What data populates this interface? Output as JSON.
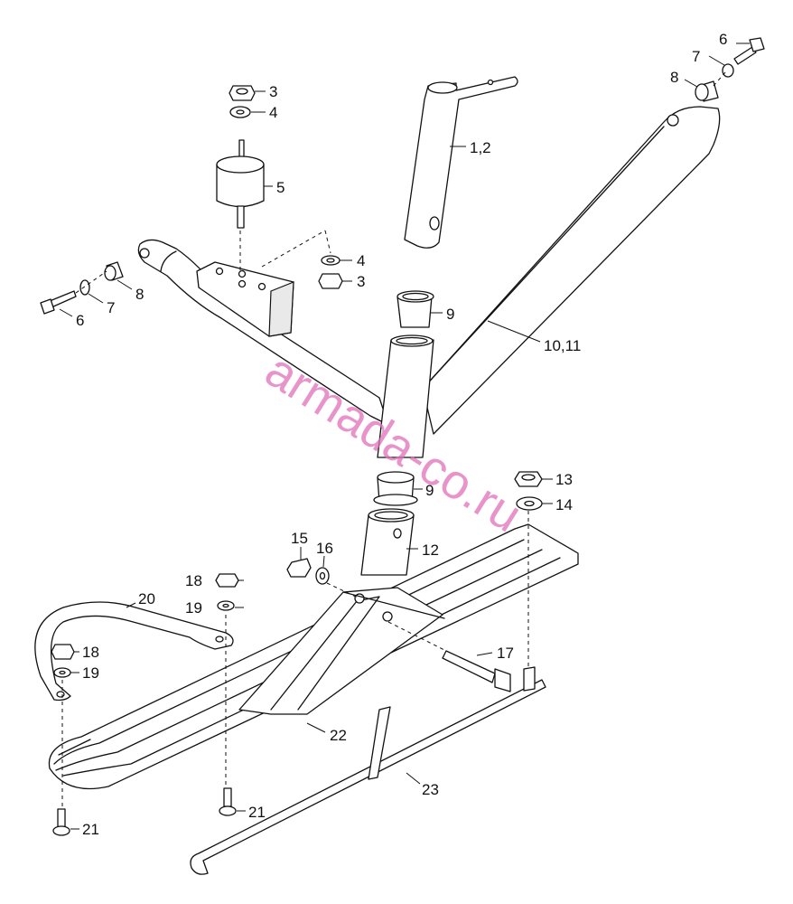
{
  "watermark": "armada-co.ru",
  "watermark_color": "#e070b8",
  "labels": {
    "p1_2": "1,2",
    "p3a": "3",
    "p4a": "4",
    "p5": "5",
    "p4b": "4",
    "p3b": "3",
    "p6a": "6",
    "p7a": "7",
    "p8a": "8",
    "p6b": "6",
    "p7b": "7",
    "p8b": "8",
    "p9a": "9",
    "p9b": "9",
    "p10_11": "10,11",
    "p12": "12",
    "p13": "13",
    "p14": "14",
    "p15": "15",
    "p16": "16",
    "p17": "17",
    "p18a": "18",
    "p19a": "19",
    "p18b": "18",
    "p19b": "19",
    "p20": "20",
    "p21a": "21",
    "p21b": "21",
    "p22": "22",
    "p23": "23"
  }
}
